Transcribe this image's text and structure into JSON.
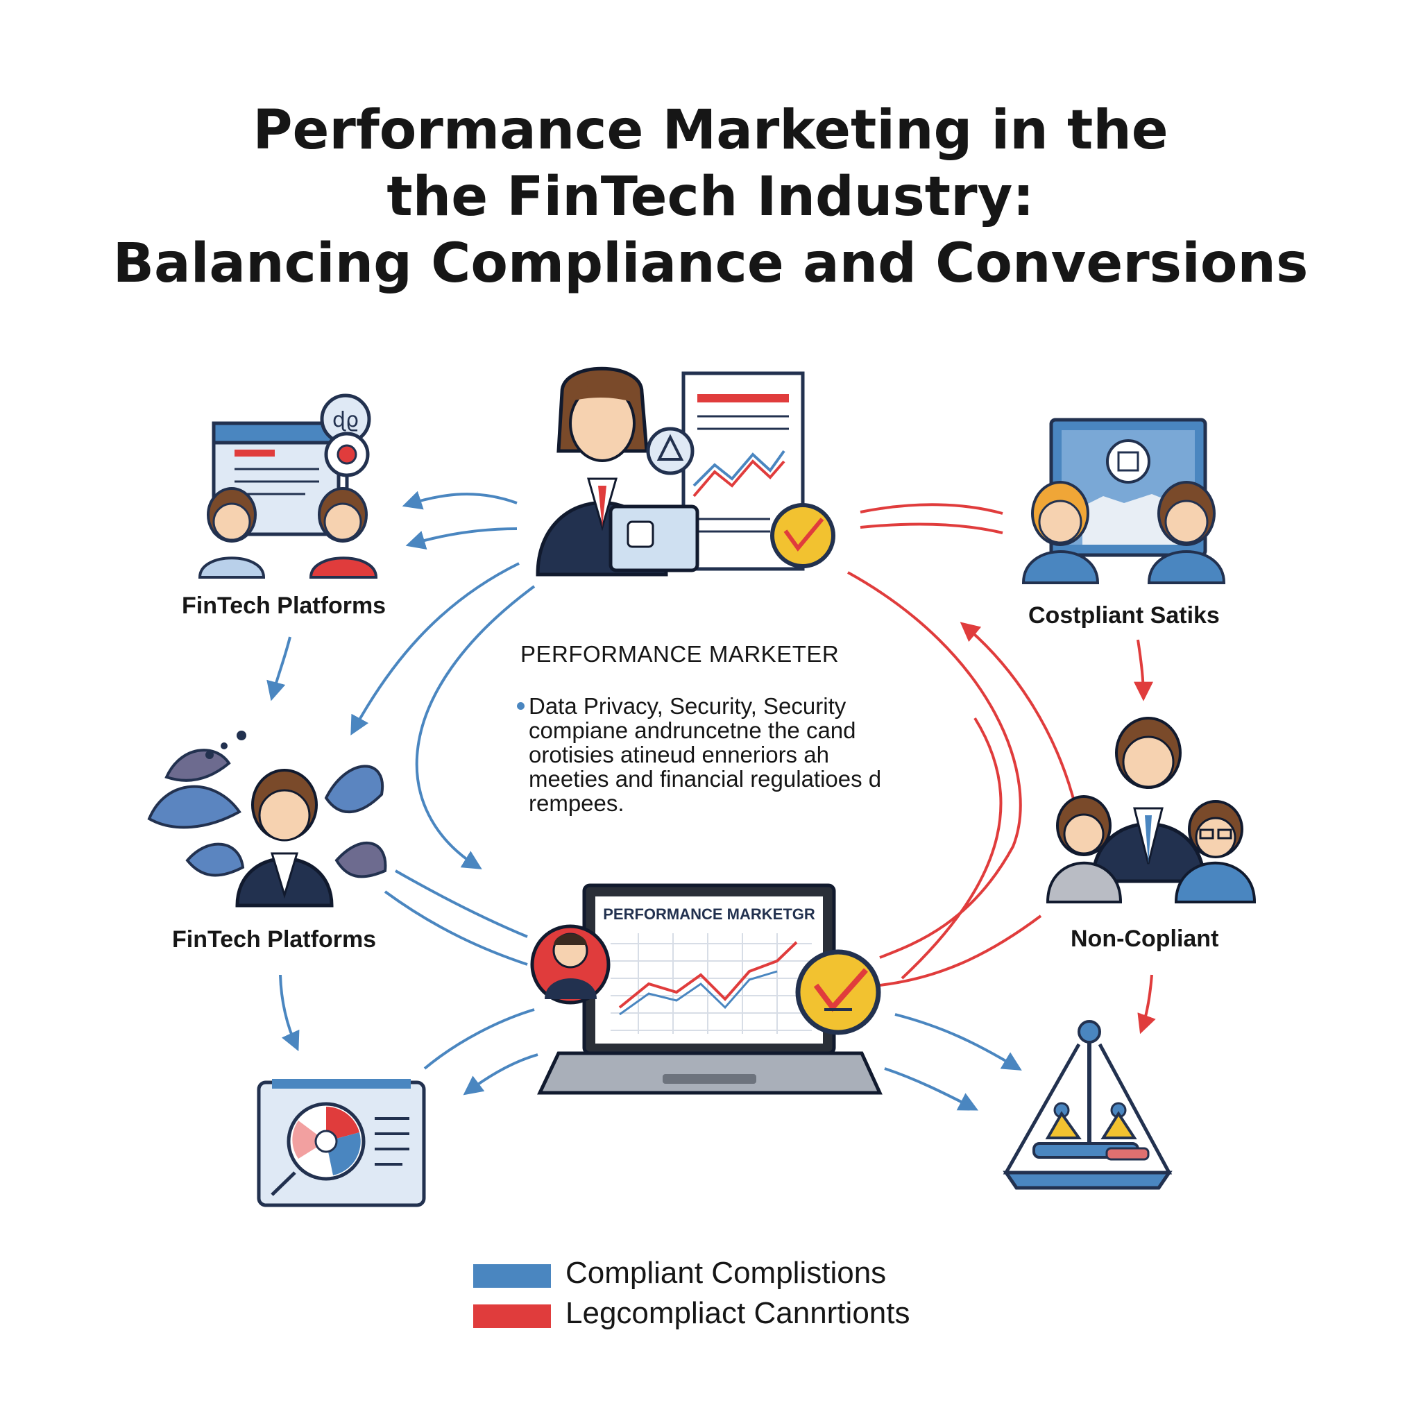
{
  "title": {
    "line1": "Performance Marketing in the",
    "line2": "the FinTech Industry:",
    "line3": "Balancing Compliance and Conversions"
  },
  "center": {
    "heading": "PERFORMANCE MARKETER",
    "body_lines": [
      "Data Privacy, Security, Security",
      "compiane andruncetne the cand",
      "orotisies atineud enneriors ah",
      "meeties and financial regulatioes d",
      "rempees."
    ]
  },
  "laptop": {
    "screen_title": "PERFORMANCE MARKETGR"
  },
  "nodes": {
    "top_left_label": "FinTech Platforms",
    "mid_left_label": "FinTech Platforms",
    "top_right_label": "Costpliant Satiks",
    "mid_right_label": "Non-Copliant",
    "icon_bubble_text": "ɖϱ"
  },
  "legend": {
    "compliant": {
      "label": "Compliant Complistions",
      "color": "#4a86c0"
    },
    "noncompliant": {
      "label": "Legcompliact Cannrtionts",
      "color": "#e03c3c"
    }
  },
  "colors": {
    "blue": "#4a86c0",
    "red": "#e03c3c",
    "navy": "#22314f",
    "gold": "#f2c230"
  }
}
